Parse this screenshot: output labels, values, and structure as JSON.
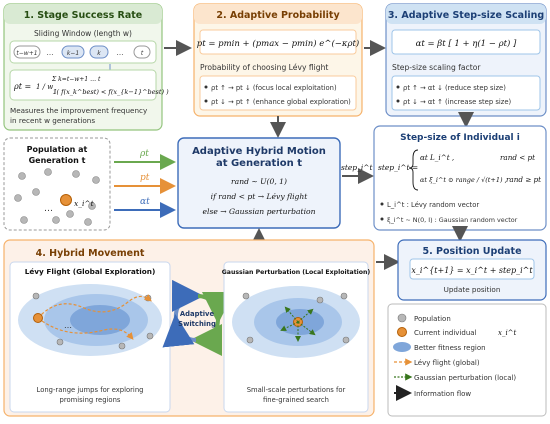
{
  "panel1": {
    "title": "1. Stage Success Rate",
    "window_label": "Sliding Window (length w)",
    "window_cells": [
      "t−w+1",
      "…",
      "k−1",
      "k",
      "…",
      "t"
    ],
    "formula_lhs": "ρt =",
    "formula_frac": "1 / w",
    "formula_sum": "Σ k=t−w+1 … t",
    "formula_body": "𝟙( f(x_k^best) < f(x_{k−1}^best) )",
    "caption_line1": "Measures the improvement frequency",
    "caption_line2": "in recent w generations"
  },
  "panel2": {
    "title": "2. Adaptive Probability",
    "formula": "pt = pmin + (pmax − pmin) e^(−κρt)",
    "subtitle": "Probability of choosing Lévy flight",
    "bullet1": "ρt ↑  →  pt ↓   (focus local exploitation)",
    "bullet2": "ρt ↓  →  pt ↑   (enhance global exploration)"
  },
  "panel3": {
    "title": "3. Adaptive Step-size Scaling",
    "formula": "αt = βt [ 1 + η(1 − ρt) ]",
    "subtitle": "Step-size scaling factor",
    "bullet1": "ρt ↑  →  αt ↓  (reduce step size)",
    "bullet2": "ρt ↓  →  αt ↑  (increase step size)"
  },
  "population": {
    "title_line1": "Population at",
    "title_line2": "Generation t",
    "current_label": "x_i^t",
    "dots": "…"
  },
  "signals": {
    "rho": "ρt",
    "p": "pt",
    "alpha": "αt"
  },
  "center": {
    "title_line1": "Adaptive Hybrid Motion",
    "title_line2": "at Generation t",
    "line1": "rand ∼ U(0, 1)",
    "line2": "if rand < pt → Lévy flight",
    "line3": "else → Gaussian perturbation",
    "step_out": "step_i^t"
  },
  "panel_step": {
    "title": "Step-size of Individual i",
    "lhs": "step_i^t =",
    "case1": "αt L_i^t ,",
    "cond1": "rand < pt",
    "case2": "αt ξ_i^t ⊙ range / √(t+1) ,",
    "cond2": "rand ≥ pt",
    "bullet1": "L_i^t : Lévy random vector",
    "bullet2": "ξ_i^t ∼ N(0, I) : Gaussian random vector"
  },
  "panel4": {
    "title": "4. Hybrid Movement",
    "levy_title": "Lévy Flight (Global Exploration)",
    "levy_caption1": "Long-range jumps for exploring",
    "levy_caption2": "promising regions",
    "switch_line1": "Adaptive",
    "switch_line2": "Switching",
    "gauss_title": "Gaussian Perturbation (Local Exploitation)",
    "gauss_caption1": "Small-scale perturbations for",
    "gauss_caption2": "fine-grained search",
    "dots": "…"
  },
  "panel5": {
    "title": "5. Position Update",
    "formula": "x_i^{t+1} = x_i^t + step_i^t",
    "caption": "Update position"
  },
  "legend": {
    "population": "Population",
    "current": "Current individual",
    "current_sym": "x_i^t",
    "fitness": "Better fitness region",
    "levy": "Lévy flight (global)",
    "gauss": "Gaussian perturbation (local)",
    "flow": "Information flow"
  },
  "colors": {
    "green": "#6aa84f",
    "orange": "#e69138",
    "blue": "#3d6cb9",
    "navy": "#1f3a68",
    "panel1_bg": "#f1f7ec",
    "panel2_bg": "#fdf6e8",
    "panel3_bg": "#eef3fb",
    "panel4_bg": "#fdf1e8"
  }
}
